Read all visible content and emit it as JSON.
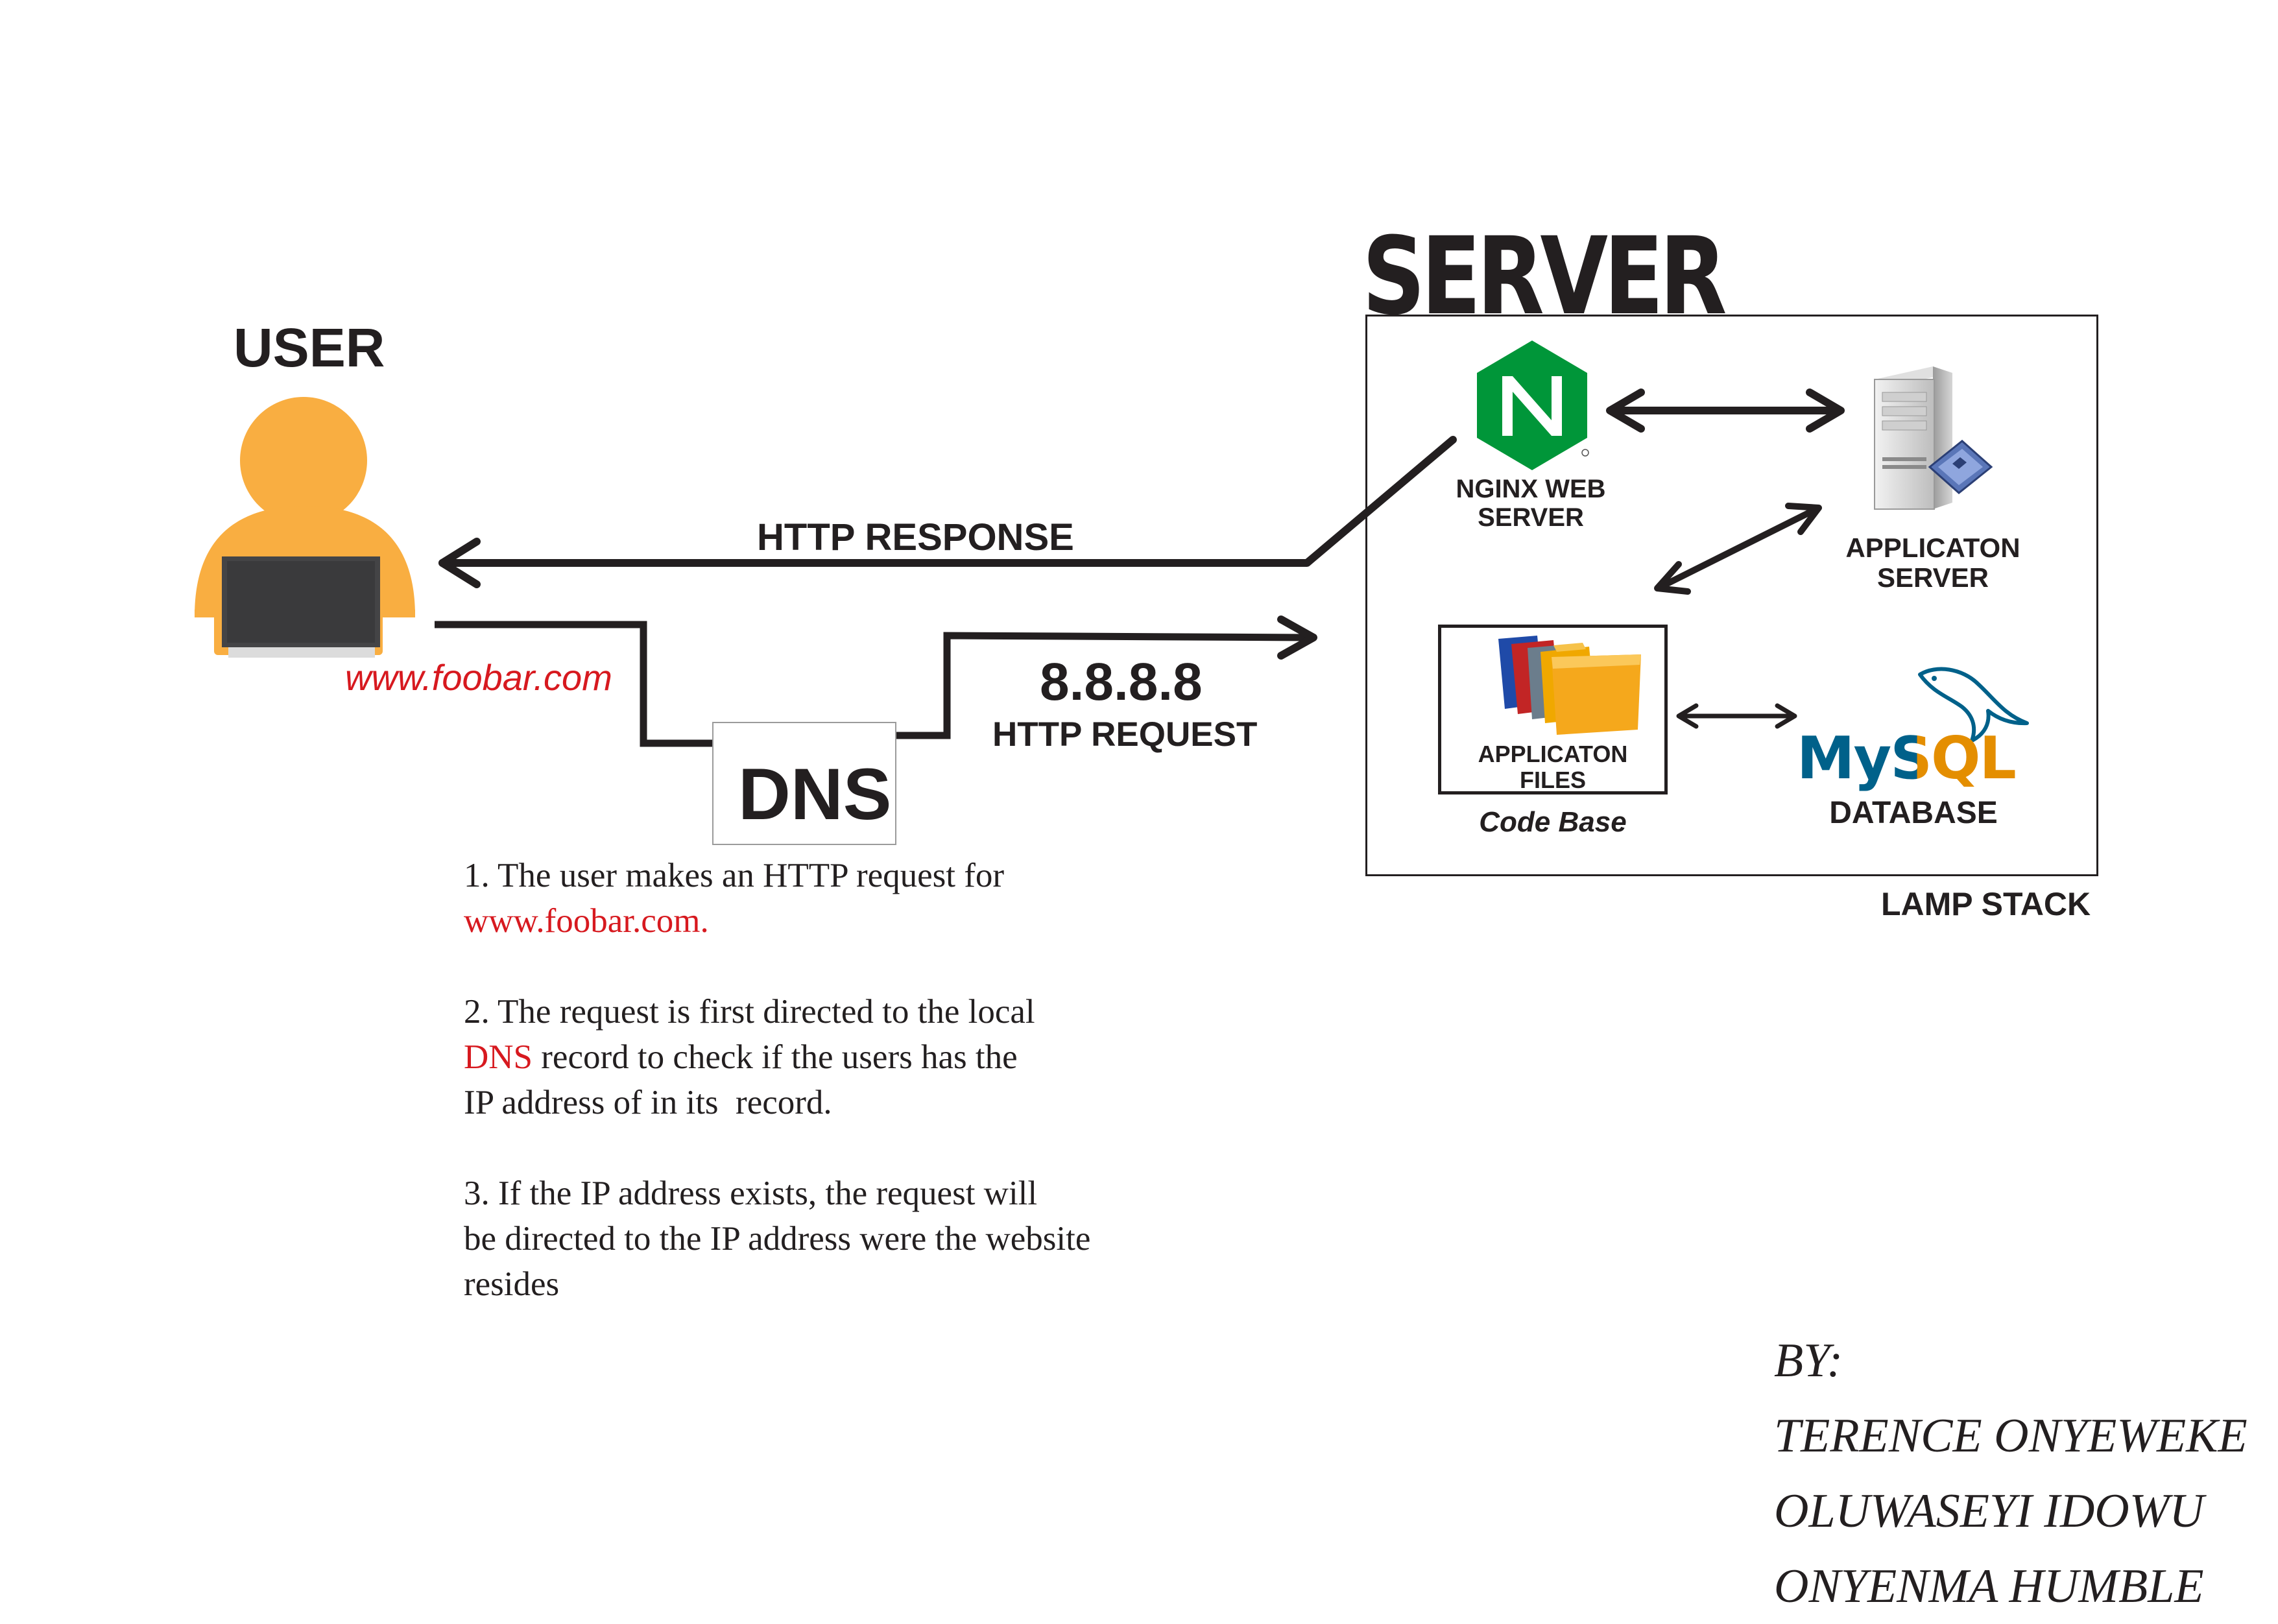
{
  "user": {
    "title": "USER",
    "url": "www.foobar.com"
  },
  "dns": {
    "label": "DNS"
  },
  "flows": {
    "response_label": "HTTP RESPONSE",
    "ip_address": "8.8.8.8",
    "request_label": "HTTP REQUEST"
  },
  "server": {
    "title": "SERVER",
    "nginx_line1": "NGINX WEB",
    "nginx_line2": "SERVER",
    "app_server_line1": "APPLICATON",
    "app_server_line2": "SERVER",
    "files_line1": "APPLICATON",
    "files_line2": "FILES",
    "code_base": "Code Base",
    "mysql_logo": "MySQL",
    "database_label": "DATABASE",
    "stack_label": "LAMP STACK"
  },
  "notes": {
    "step1_text": "1. The user makes an HTTP request for",
    "step1_url": "www.foobar.com.",
    "step2_line1": "2. The request is first directed to the local",
    "step2_dns": "DNS",
    "step2_line2_rest": " record to check if the users has the",
    "step2_line3": "IP address of in its  record.",
    "step3_line1": "3. If the IP address exists, the request will",
    "step3_line2": "be directed to the IP address were the website",
    "step3_line3": "resides"
  },
  "authors": {
    "by_label": "BY:",
    "names": [
      "TERENCE ONYEWEKE",
      "OLUWASEYI IDOWU",
      "ONYENMA HUMBLE"
    ]
  },
  "colors": {
    "user_orange": "#f9ae41",
    "nginx_green": "#009639",
    "accent_red": "#d7191f",
    "mysql_blue": "#00618a",
    "mysql_orange": "#e48e00",
    "line_dark": "#231f20"
  },
  "icons": [
    "user-with-laptop-icon",
    "nginx-logo-icon",
    "server-tower-icon",
    "folders-icon",
    "mysql-dolphin-icon"
  ]
}
